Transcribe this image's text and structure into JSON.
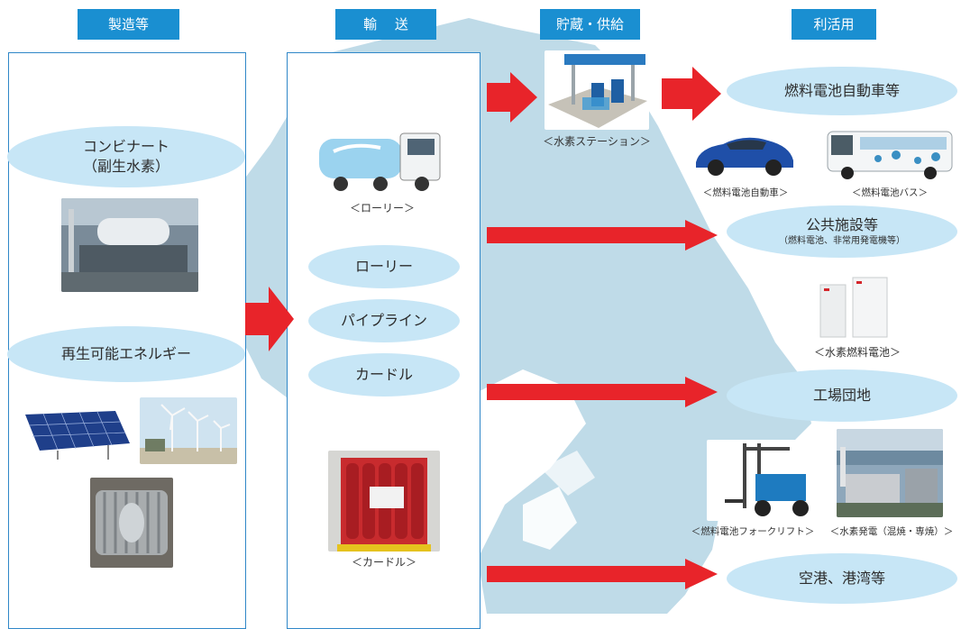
{
  "headers": {
    "production": "製造等",
    "transport": "輸　 送",
    "storage": "貯蔵・供給",
    "utilization": "利活用"
  },
  "sources": {
    "kombinat_line1": "コンビナート",
    "kombinat_line2": "（副生水素）",
    "renewable": "再生可能エネルギー"
  },
  "transport": {
    "lorry_caption": "＜ローリー＞",
    "method_lorry": "ローリー",
    "method_pipeline": "パイプライン",
    "method_curdle": "カードル",
    "curdle_caption": "＜カードル＞"
  },
  "storage": {
    "station_caption": "＜水素ステーション＞"
  },
  "uses": {
    "fcv": "燃料電池自動車等",
    "fcv_car_caption": "＜燃料電池自動車＞",
    "fcv_bus_caption": "＜燃料電池バス＞",
    "public": "公共施設等",
    "public_sub": "（燃料電池、非常用発電機等）",
    "fuelcell_caption": "＜水素燃料電池＞",
    "industrial": "工場団地",
    "forklift_caption": "＜燃料電池フォークリフト＞",
    "powerplant_caption": "＜水素発電（混焼・専焼）＞",
    "airport": "空港、港湾等"
  },
  "colors": {
    "header_blue": "#1a8fd1",
    "ellipse_fill": "#c7e6f6",
    "arrow_red": "#e8242a",
    "box_border": "#2f87c8",
    "map_tint": "#a9cfe0"
  }
}
